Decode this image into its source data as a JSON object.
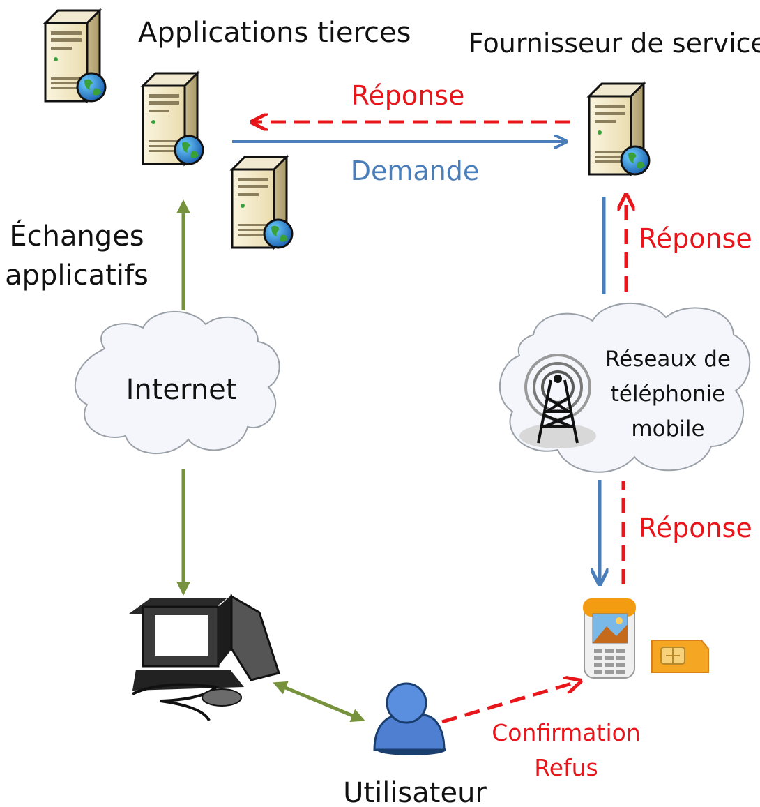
{
  "labels": {
    "apps_title": "Applications tierces",
    "provider_title": "Fournisseur de service",
    "response_top": "Réponse",
    "request": "Demande",
    "response_mid": "Réponse",
    "response_low": "Réponse",
    "exchanges_line1": "Échanges",
    "exchanges_line2": "applicatifs",
    "internet": "Internet",
    "mobile_line1": "Réseaux de",
    "mobile_line2": "téléphonie",
    "mobile_line3": "mobile",
    "confirm_line1": "Confirmation",
    "confirm_line2": "Refus",
    "user": "Utilisateur"
  },
  "colors": {
    "request": "#4a7ebb",
    "response": "#e8151b",
    "exchange": "#76923c",
    "text_black": "#111111",
    "text_blue": "#4a7ebb",
    "text_red": "#e8151b",
    "cloud_fill": "#f4f6fb",
    "cloud_stroke": "#9aa0a8"
  },
  "icons": {
    "servers": [
      "server-icon",
      "server-icon",
      "server-icon",
      "server-icon"
    ],
    "computer": "desktop-computer-icon",
    "user": "user-icon",
    "phone": "mobile-phone-icon",
    "sim": "sim-card-icon",
    "tower": "antenna-tower-icon"
  }
}
